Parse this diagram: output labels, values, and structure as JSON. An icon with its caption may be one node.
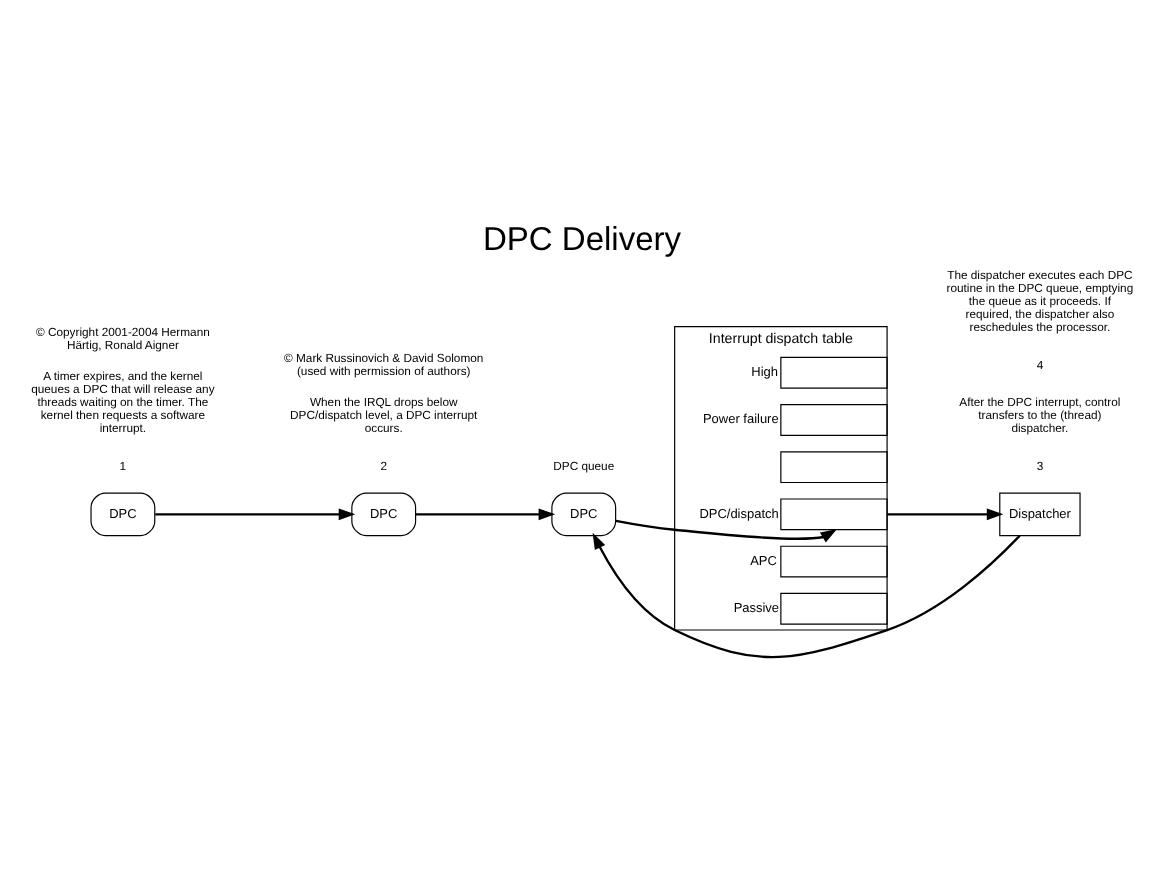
{
  "diagram": {
    "title": "DPC Delivery",
    "nodes": [
      {
        "text": [
          "DPC"
        ]
      },
      {
        "text": [
          "DPC"
        ]
      },
      {
        "text": [
          "DPC"
        ]
      },
      {
        "text": [
          "Interrupt dispatch table"
        ]
      },
      {
        "text": [],
        "shape": "box",
        "beside": [
          "High"
        ],
        "in": 3
      },
      {
        "text": [],
        "shape": "box",
        "beside": [
          "Power failure"
        ],
        "in": 3
      },
      {
        "text": [],
        "shape": "box",
        "in": 3
      },
      {
        "text": [],
        "shape": "box",
        "beside": [
          "DPC/dispatch"
        ],
        "in": 3
      },
      {
        "text": [],
        "shape": "box",
        "beside": [
          "APC"
        ],
        "in": 3
      },
      {
        "text": [],
        "shape": "box",
        "beside": [
          "Passive"
        ],
        "in": 3
      },
      {
        "text": [
          "Dispatcher"
        ]
      }
    ],
    "edges": [
      {
        "from": 0,
        "to": 1,
        "arrow": "to"
      },
      {
        "from": 1,
        "to": 2,
        "arrow": "to"
      },
      {
        "from": 2,
        "to": 7,
        "arrow": "to"
      },
      {
        "from": 7,
        "to": 10,
        "arrow": "to"
      },
      {
        "from": 10,
        "to": 2,
        "arrow": "to"
      }
    ],
    "labels": [
      "1",
      "A timer expires, and the kernel queues a DPC that will release any threads waiting on the timer. The kernel then requests a software interrupt.",
      "2",
      "When the IRQL drops below DPC/dispatch level, a DPC interrupt occurs.",
      "3",
      "After the DPC interrupt, control transfers to the (thread) dispatcher.",
      "DPC queue",
      "4",
      "The dispatcher executes each DPC routine in the DPC queue, emptying the queue as it proceeds. If required, the dispatcher also reschedules the processor.",
      "© Copyright 2001-2004 Hermann Härtig, Ronald Aigner",
      "© Mark Russinovich & David Solomon (used with permission of authors)"
    ]
  }
}
